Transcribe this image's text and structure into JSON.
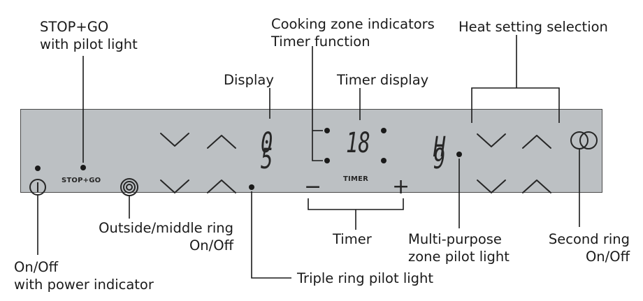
{
  "labels": {
    "stop_go": [
      "STOP+GO",
      "with pilot light"
    ],
    "cooking_zone": [
      "Cooking zone indicators",
      "Timer function"
    ],
    "heat_setting": "Heat setting selection",
    "display": "Display",
    "timer_display": "Timer display",
    "outside_middle": [
      "Outside/middle ring",
      "On/Off"
    ],
    "timer": "Timer",
    "multi_purpose": [
      "Multi-purpose",
      "zone pilot light"
    ],
    "second_ring": [
      "Second ring",
      "On/Off"
    ],
    "on_off": [
      "On/Off",
      "with power indicator"
    ],
    "triple_ring": "Triple ring pilot light"
  },
  "panel": {
    "display_left_top": "0",
    "display_left_bottom": "5",
    "timer_value": "18",
    "display_right_top": "H",
    "display_right_bottom": "9",
    "stop_go_text": "STOP+GO",
    "timer_text": "TIMER",
    "timer_minus": "−",
    "timer_plus": "+"
  },
  "colors": {
    "panel": "#bcc0c3",
    "ink": "#1a1a1a"
  }
}
